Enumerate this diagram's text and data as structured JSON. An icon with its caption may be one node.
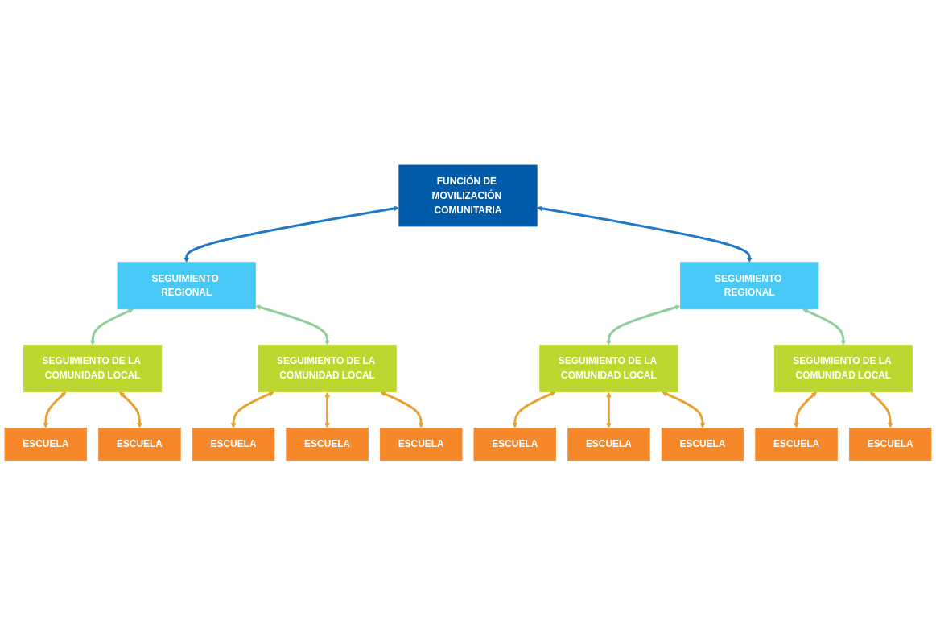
{
  "diagram": {
    "nodes": [
      {
        "text": [
          "FUNCIÓN DE MOVILIZACIÓN COMUNITARIA"
        ]
      },
      {
        "text": [
          "SEGUIMIENTO REGIONAL"
        ]
      },
      {
        "text": [
          "SEGUIMIENTO REGIONAL"
        ]
      },
      {
        "text": [
          "SEGUIMIENTO DE LA COMUNIDAD LOCAL"
        ]
      },
      {
        "text": [
          "SEGUIMIENTO DE LA COMUNIDAD LOCAL"
        ]
      },
      {
        "text": [
          "SEGUIMIENTO DE LA COMUNIDAD LOCAL"
        ]
      },
      {
        "text": [
          "SEGUIMIENTO DE LA COMUNIDAD LOCAL"
        ]
      },
      {
        "text": [
          "ESCUELA"
        ]
      },
      {
        "text": [
          "ESCUELA"
        ]
      },
      {
        "text": [
          "ESCUELA"
        ]
      },
      {
        "text": [
          "ESCUELA"
        ]
      },
      {
        "text": [
          "ESCUELA"
        ]
      },
      {
        "text": [
          "ESCUELA"
        ]
      },
      {
        "text": [
          "ESCUELA"
        ]
      },
      {
        "text": [
          "ESCUELA"
        ]
      },
      {
        "text": [
          "ESCUELA"
        ]
      },
      {
        "text": [
          "ESCUELA"
        ]
      }
    ],
    "edges": [
      {
        "from": 0,
        "to": 1,
        "arrow": "both",
        "color": "#1f78c8"
      },
      {
        "from": 0,
        "to": 2,
        "arrow": "both",
        "color": "#1f78c8"
      },
      {
        "from": 1,
        "to": 3,
        "arrow": "both",
        "color": "#8fcf9a"
      },
      {
        "from": 1,
        "to": 4,
        "arrow": "both",
        "color": "#8fcf9a"
      },
      {
        "from": 2,
        "to": 5,
        "arrow": "both",
        "color": "#8fcf9a"
      },
      {
        "from": 2,
        "to": 6,
        "arrow": "both",
        "color": "#8fcf9a"
      },
      {
        "from": 3,
        "to": 7,
        "arrow": "both"
      },
      {
        "from": 3,
        "to": 8,
        "arrow": "both"
      },
      {
        "from": 4,
        "to": 9,
        "arrow": "both"
      },
      {
        "from": 4,
        "to": 10,
        "arrow": "both"
      },
      {
        "from": 4,
        "to": 11,
        "arrow": "both"
      },
      {
        "from": 5,
        "to": 12,
        "arrow": "both"
      },
      {
        "from": 5,
        "to": 13,
        "arrow": "both"
      },
      {
        "from": 5,
        "to": 14,
        "arrow": "both"
      },
      {
        "from": 6,
        "to": 15,
        "arrow": "both"
      },
      {
        "from": 6,
        "to": 16,
        "arrow": "both"
      }
    ]
  }
}
